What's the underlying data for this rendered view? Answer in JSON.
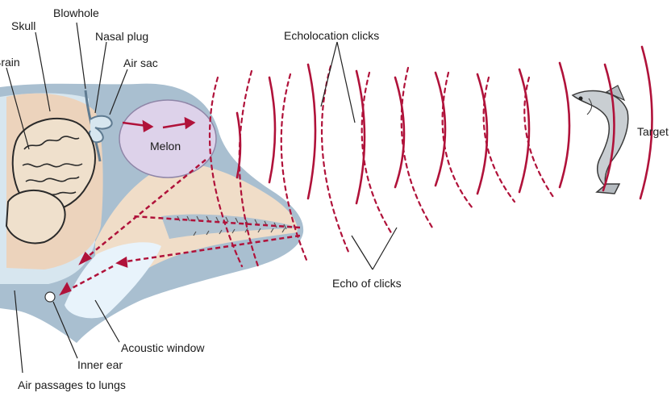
{
  "labels": {
    "blowhole": "Blowhole",
    "skull": "Skull",
    "nasal_plug": "Nasal plug",
    "brain": "Brain",
    "air_sac": "Air sac",
    "echolocation_clicks": "Echolocation clicks",
    "melon": "Melon",
    "target": "Target",
    "echo_of_clicks": "Echo of clicks",
    "acoustic_window": "Acoustic window",
    "inner_ear": "Inner ear",
    "air_passages": "Air passages to lungs"
  },
  "colors": {
    "head_outer": "#a9bfd0",
    "head_inner": "#d7e6ef",
    "brain_case": "#ecd3bc",
    "brain": "#efe0cc",
    "melon": "#ddd2ea",
    "jaw": "#f0ddc8",
    "fat_window": "#e8f3fb",
    "wave": "#b0123a",
    "label_line": "#222222"
  }
}
